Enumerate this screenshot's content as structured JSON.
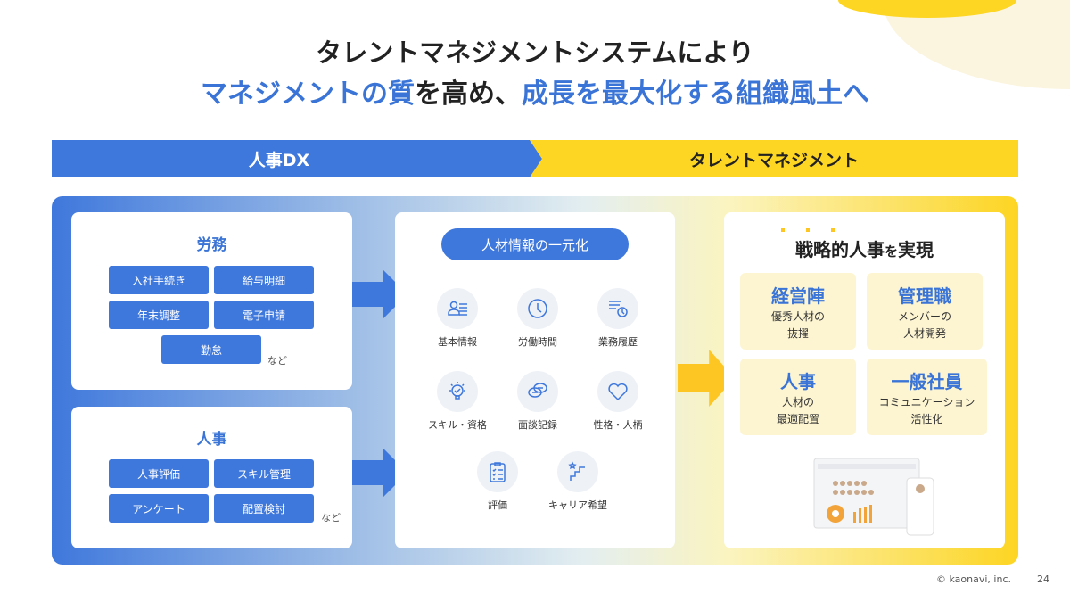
{
  "title": {
    "line1": "タレントマネジメントシステムにより",
    "line2_a": "マネジメントの質",
    "line2_b": "を高め、",
    "line2_c": "成長を最大化する組織風土へ"
  },
  "banner": {
    "left": "人事DX",
    "right": "タレントマネジメント"
  },
  "roumu": {
    "title": "労務",
    "items": [
      "入社手続き",
      "給与明細",
      "年末調整",
      "電子申請",
      "勤怠"
    ],
    "etc": "など"
  },
  "jinji": {
    "title": "人事",
    "items": [
      "人事評価",
      "スキル管理",
      "アンケート",
      "配置検討"
    ],
    "etc": "など"
  },
  "center": {
    "header": "人材情報の一元化",
    "items": [
      {
        "label": "基本情報",
        "icon": "profile-list-icon"
      },
      {
        "label": "労働時間",
        "icon": "clock-icon"
      },
      {
        "label": "業務履歴",
        "icon": "history-icon"
      },
      {
        "label": "スキル・資格",
        "icon": "lightbulb-icon"
      },
      {
        "label": "面談記録",
        "icon": "chat-icon"
      },
      {
        "label": "性格・人柄",
        "icon": "heart-icon"
      },
      {
        "label": "評価",
        "icon": "clipboard-icon"
      },
      {
        "label": "キャリア希望",
        "icon": "career-stairs-icon"
      }
    ]
  },
  "right": {
    "title_a": "戦略的人事",
    "title_b": "を",
    "title_c": "実現",
    "boxes": [
      {
        "head": "経営陣",
        "l1": "優秀人材の",
        "l2": "抜擢"
      },
      {
        "head": "管理職",
        "l1": "メンバーの",
        "l2": "人材開発"
      },
      {
        "head": "人事",
        "l1": "人材の",
        "l2": "最適配置"
      },
      {
        "head": "一般社員",
        "l1": "コミュニケーション",
        "l2": "活性化"
      }
    ]
  },
  "footer": {
    "copyright": "© kaonavi, inc.",
    "page": "24"
  },
  "colors": {
    "blue": "#3f78dc",
    "yellow": "#fdd523"
  }
}
